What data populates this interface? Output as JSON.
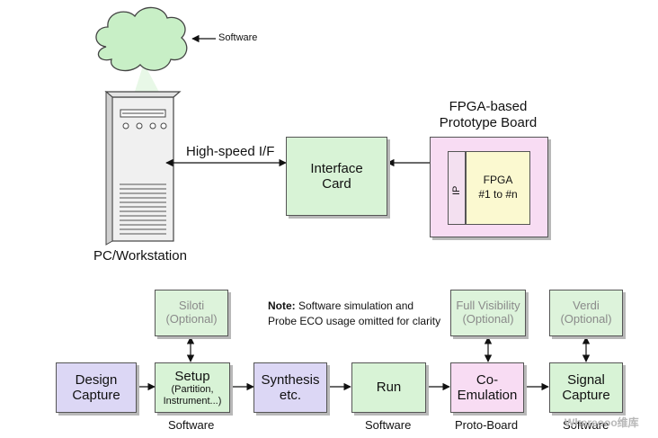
{
  "top": {
    "software_label": "Software",
    "pc_label": "PC/Workstation",
    "link_label": "High-speed I/F",
    "interface_card": [
      "Interface",
      "Card"
    ],
    "board_title": [
      "FPGA-based",
      "Prototype Board"
    ],
    "ip_label": "IP",
    "fpga_label": [
      "FPGA",
      "#1 to #n"
    ]
  },
  "note": {
    "bold": "Note:",
    "text_line1": " Software simulation and",
    "text_line2": "Probe ECO usage omitted for clarity"
  },
  "flow": {
    "design_capture": [
      "Design",
      "Capture"
    ],
    "setup": {
      "title": "Setup",
      "sub1": "(Partition,",
      "sub2": "Instrument...)"
    },
    "synthesis": [
      "Synthesis",
      "etc."
    ],
    "run": "Run",
    "co_emulation": [
      "Co-",
      "Emulation"
    ],
    "signal_capture": [
      "Signal",
      "Capture"
    ]
  },
  "optional": {
    "siloti": [
      "Siloti",
      "(Optional)"
    ],
    "full_visibility": [
      "Full Visibility",
      "(Optional)"
    ],
    "verdi": [
      "Verdi",
      "(Optional)"
    ]
  },
  "captions": {
    "setup": "Software",
    "run": "Software",
    "co_emulation": "Proto-Board",
    "signal_capture": "Software"
  },
  "watermark": "Whereooo维库",
  "colors": {
    "green_box": "#d8f3d6",
    "lavender_box": "#dcd7f5",
    "pink_box": "#f8dcf3",
    "fpga_yellow": "#fbf9d0",
    "cloud": "#c8efc6"
  }
}
